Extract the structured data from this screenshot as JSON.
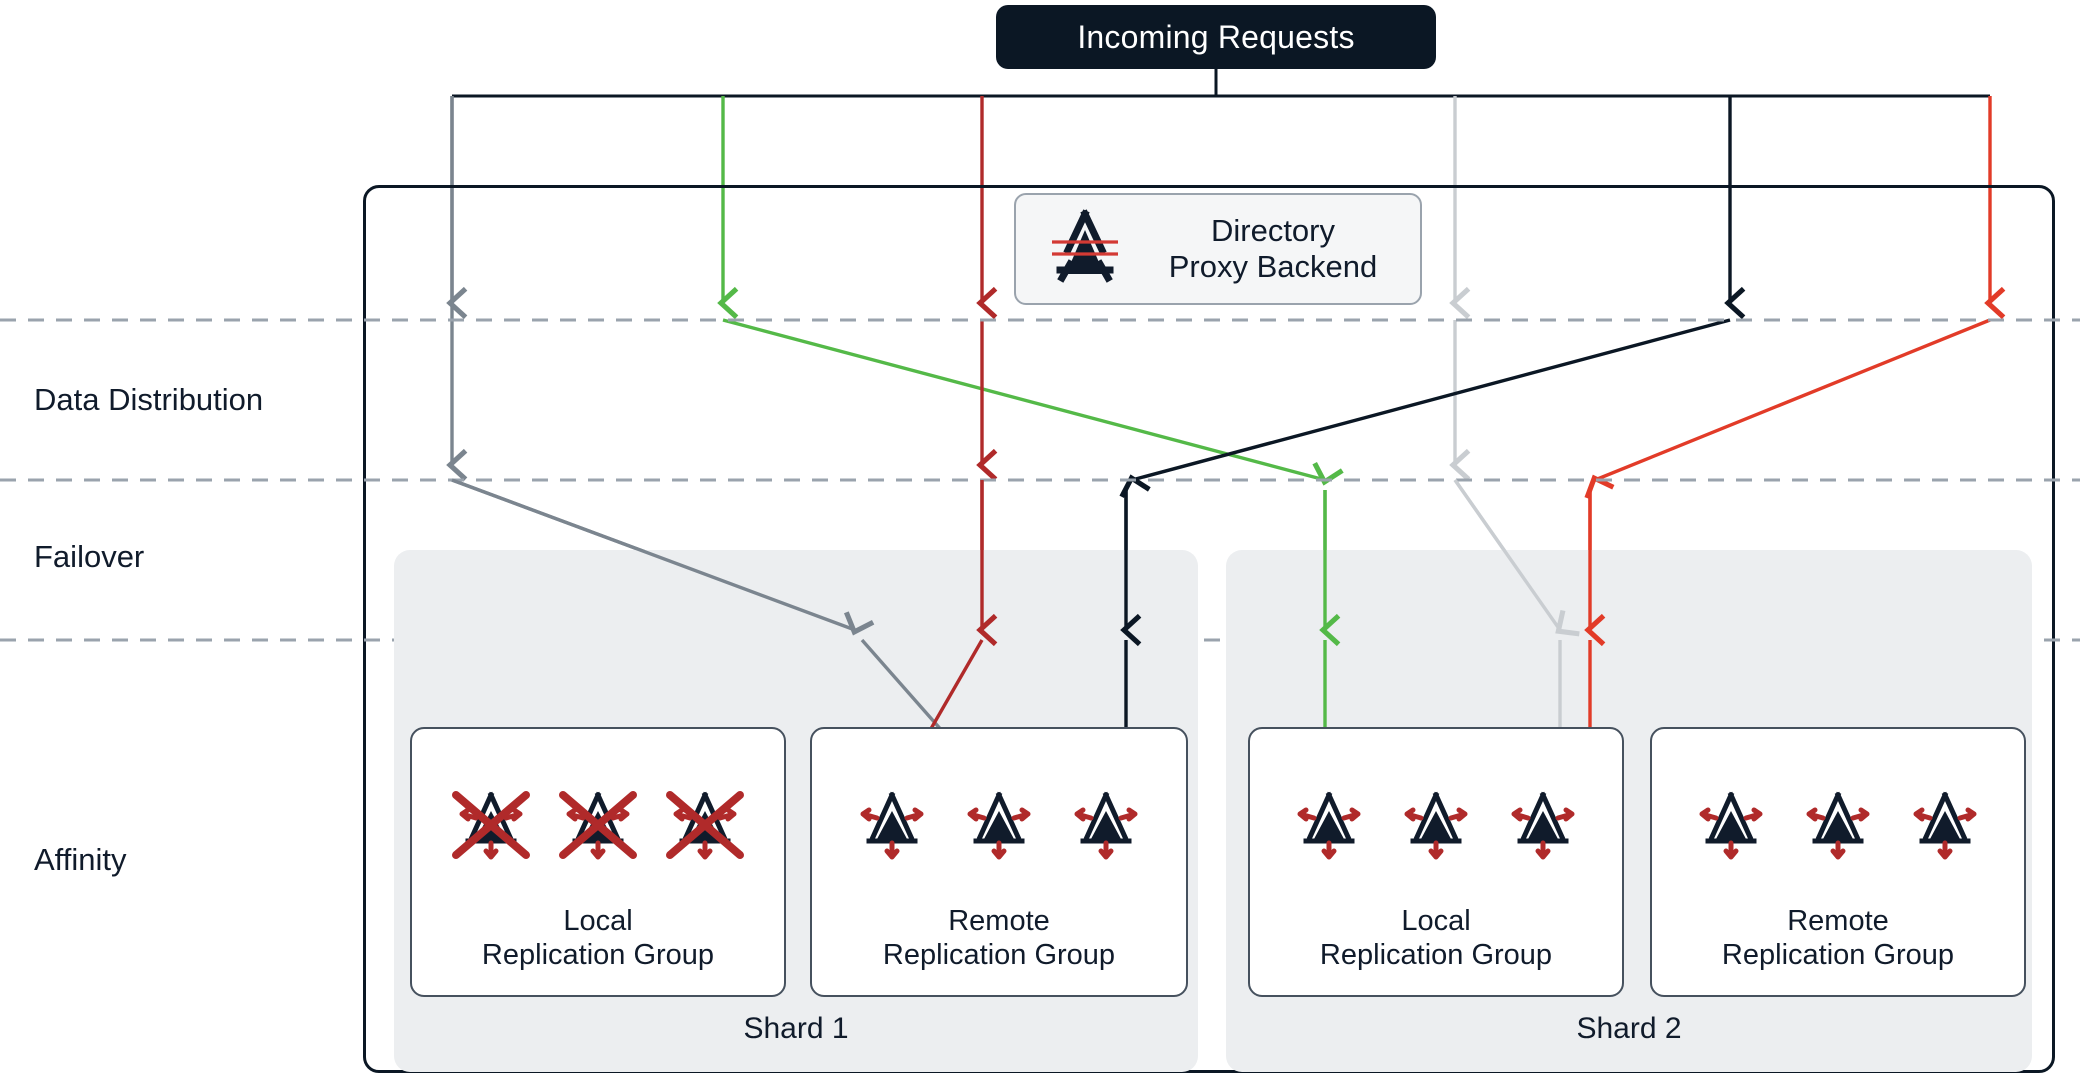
{
  "diagram": {
    "title": "Incoming Requests",
    "proxy": {
      "icon": "directory-server-icon",
      "label_line1": "Directory",
      "label_line2": "Proxy Backend"
    },
    "bands": [
      {
        "id": "data-distribution",
        "label": "Data Distribution"
      },
      {
        "id": "failover",
        "label": "Failover"
      },
      {
        "id": "affinity",
        "label": "Affinity"
      }
    ],
    "shards": [
      {
        "id": "shard-1",
        "label": "Shard 1",
        "groups": [
          {
            "id": "shard-1-local",
            "caption_line1": "Local",
            "caption_line2": "Replication Group",
            "node_count": 3,
            "state": "offline",
            "node_icon": "replication-server-icon",
            "overlay_icon": "cross-out-icon"
          },
          {
            "id": "shard-1-remote",
            "caption_line1": "Remote",
            "caption_line2": "Replication Group",
            "node_count": 3,
            "state": "online",
            "node_icon": "replication-server-icon",
            "overlay_icon": ""
          }
        ]
      },
      {
        "id": "shard-2",
        "label": "Shard 2",
        "groups": [
          {
            "id": "shard-2-local",
            "caption_line1": "Local",
            "caption_line2": "Replication Group",
            "node_count": 3,
            "state": "online",
            "node_icon": "replication-server-icon",
            "overlay_icon": ""
          },
          {
            "id": "shard-2-remote",
            "caption_line1": "Remote",
            "caption_line2": "Replication Group",
            "node_count": 3,
            "state": "online",
            "node_icon": "replication-server-icon",
            "overlay_icon": ""
          }
        ]
      }
    ],
    "colors": {
      "dark": "#0b1724",
      "navy_text": "#101b2b",
      "gray_flow": "#7b858f",
      "light_gray_flow": "#c9cdd1",
      "green_flow": "#54b948",
      "dark_red_flow": "#b02a2a",
      "red_flow": "#e23b28",
      "black_flow": "#0b1724",
      "shard_bg": "#eceef0",
      "card_bg": "#f5f6f7",
      "card_border": "#9aa3ad",
      "rg_border": "#46515e",
      "band_divider": "#9aa3ad",
      "node_red": "#b02a2a",
      "node_dark": "#101b2b"
    },
    "flows": [
      {
        "id": "flow-gray",
        "color": "gray_flow",
        "from": "incoming-requests",
        "to": "shard-1-remote"
      },
      {
        "id": "flow-green",
        "color": "green_flow",
        "from": "incoming-requests",
        "to": "shard-2-local"
      },
      {
        "id": "flow-dark-red",
        "color": "dark_red_flow",
        "from": "incoming-requests",
        "to": "shard-1-remote"
      },
      {
        "id": "flow-light-gray",
        "color": "light_gray_flow",
        "from": "incoming-requests",
        "to": "shard-2-local"
      },
      {
        "id": "flow-black",
        "color": "black_flow",
        "from": "incoming-requests",
        "to": "shard-1-remote"
      },
      {
        "id": "flow-red",
        "color": "red_flow",
        "from": "incoming-requests",
        "to": "shard-2-local"
      }
    ]
  }
}
